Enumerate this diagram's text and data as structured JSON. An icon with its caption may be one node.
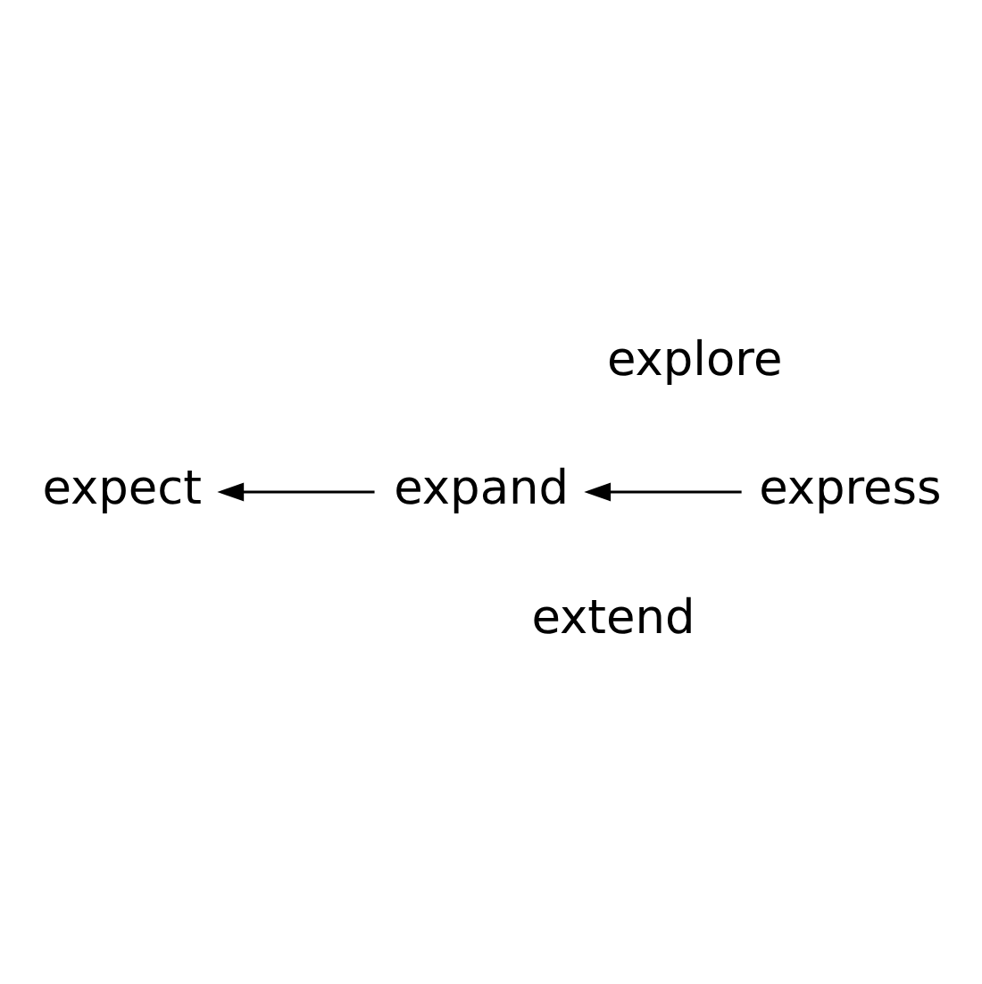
{
  "diagram": {
    "nodes": [
      {
        "text": [
          "explore"
        ]
      },
      {
        "text": [
          "expect"
        ]
      },
      {
        "text": [
          "express"
        ]
      },
      {
        "text": [
          "extend"
        ]
      },
      {
        "text": [
          "expand"
        ]
      }
    ],
    "edges": [
      {
        "from": 4,
        "to": 1,
        "arrow": "to"
      },
      {
        "from": 2,
        "to": 4,
        "arrow": "to"
      }
    ]
  }
}
